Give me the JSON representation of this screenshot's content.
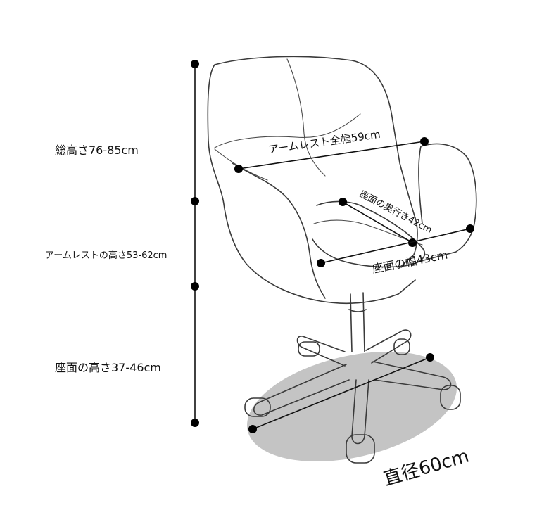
{
  "labels": {
    "total_height": "総高さ76-85cm",
    "armrest_height": "アームレストの高さ53-62cm",
    "seat_height": "座面の高さ37-46cm",
    "armrest_width": "アームレスト全幅59cm",
    "seat_depth": "座面の奥行き42cm",
    "seat_width": "座面の幅43cm",
    "base_diameter": "直径60cm"
  },
  "colors": {
    "line": "#111111",
    "dot": "#000000",
    "chair_stroke": "#3a3a3a",
    "base_ellipse": "#c4c4c4",
    "background": "#ffffff"
  }
}
